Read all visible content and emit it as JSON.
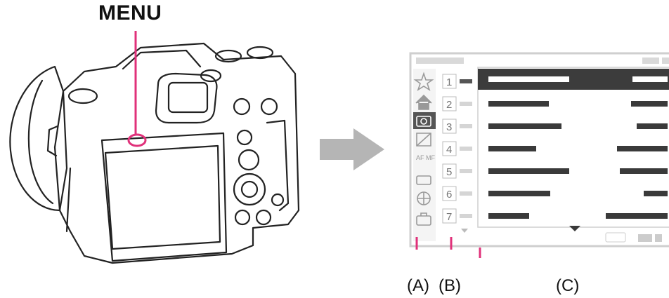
{
  "camera": {
    "menu_button_label": "MENU"
  },
  "screen": {
    "page_numbers": [
      "1",
      "2",
      "3",
      "4",
      "5",
      "6",
      "7"
    ],
    "category_icons": [
      "star-icon",
      "home-icon",
      "camera-icon",
      "exposure-icon",
      "af-mf-icon",
      "playback-icon",
      "network-icon",
      "toolbox-icon"
    ],
    "selected_row": 1
  },
  "callouts": {
    "a": "(A)",
    "b": "(B)",
    "c": "(C)"
  },
  "colors": {
    "arrow": "#b5b5b5",
    "bars": "#3a3a3a",
    "selected_row": "#3c3c3c",
    "screen_border": "#cfcfcf"
  }
}
